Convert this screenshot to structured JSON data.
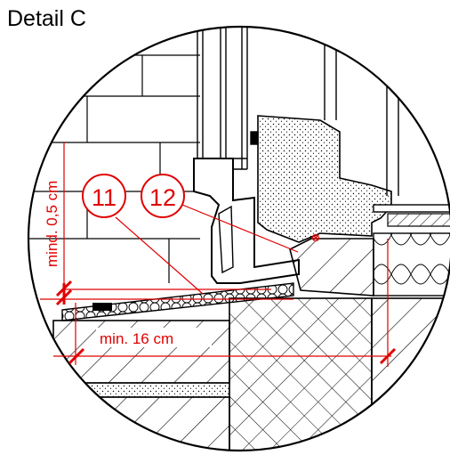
{
  "title": "Detail C",
  "callouts": [
    {
      "number": "11"
    },
    {
      "number": "12"
    }
  ],
  "dimensions": {
    "vertical": "mind. 0,5 cm",
    "horizontal": "min. 16 cm"
  },
  "colors": {
    "line": "#000000",
    "callout": "#e00000",
    "background": "#ffffff"
  }
}
